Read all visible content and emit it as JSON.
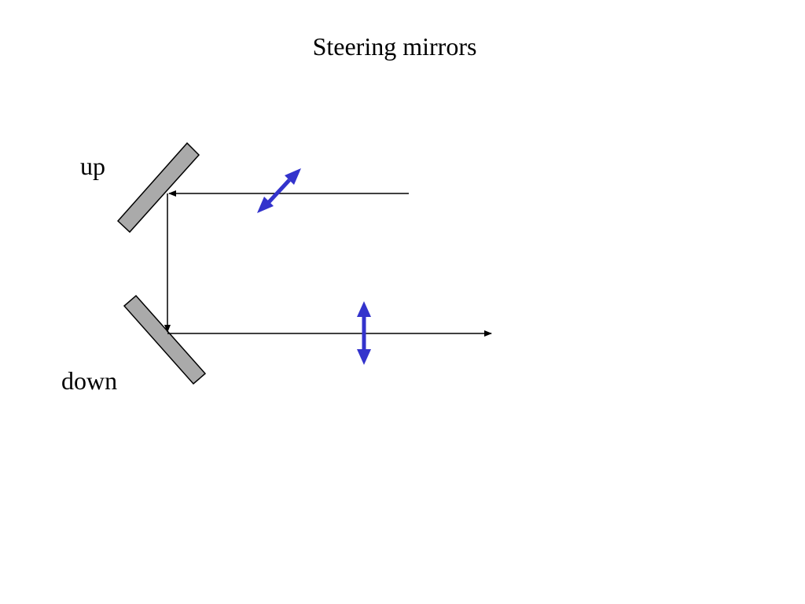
{
  "title": "Steering mirrors",
  "labels": {
    "up": "up",
    "down": "down"
  },
  "colors": {
    "mirror_fill": "#aaaaaa",
    "mirror_stroke": "#000000",
    "beam": "#000000",
    "adjust_arrow": "#3333cc"
  }
}
